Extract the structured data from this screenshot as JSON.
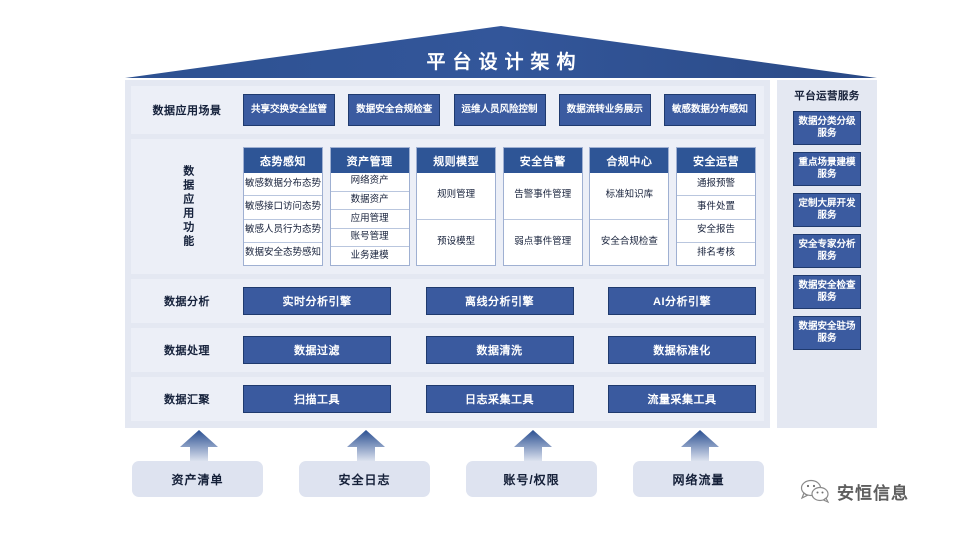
{
  "diagram": {
    "title": "平台设计架构",
    "rows": [
      {
        "label": "数据应用场景",
        "boxes": [
          "共享交换安全监管",
          "数据安全合规检查",
          "运维人员风险控制",
          "数据流转业务展示",
          "敏感数据分布感知"
        ]
      }
    ],
    "function_row": {
      "label": "数据应用功能",
      "columns": [
        {
          "head": "态势感知",
          "items": [
            "敏感数据分布态势",
            "敏感接口访问态势",
            "敏感人员行为态势",
            "数据安全态势感知"
          ]
        },
        {
          "head": "资产管理",
          "items": [
            "网络资产",
            "数据资产",
            "应用管理",
            "账号管理",
            "业务建模"
          ]
        },
        {
          "head": "规则模型",
          "items": [
            "规则管理",
            "预设模型"
          ]
        },
        {
          "head": "安全告警",
          "items": [
            "告警事件管理",
            "弱点事件管理"
          ]
        },
        {
          "head": "合规中心",
          "items": [
            "标准知识库",
            "安全合规检查"
          ]
        },
        {
          "head": "安全运营",
          "items": [
            "通报预警",
            "事件处置",
            "安全报告",
            "排名考核"
          ]
        }
      ]
    },
    "analysis_row": {
      "label": "数据分析",
      "boxes": [
        "实时分析引擎",
        "离线分析引擎",
        "AI分析引擎"
      ]
    },
    "processing_row": {
      "label": "数据处理",
      "boxes": [
        "数据过滤",
        "数据清洗",
        "数据标准化"
      ]
    },
    "collection_row": {
      "label": "数据汇聚",
      "boxes": [
        "扫描工具",
        "日志采集工具",
        "流量采集工具"
      ]
    },
    "sidebar": {
      "title": "平台运营服务",
      "items": [
        "数据分类分级服务",
        "重点场景建模服务",
        "定制大屏开发服务",
        "安全专家分析服务",
        "数据安全检查服务",
        "数据安全驻场服务"
      ]
    },
    "sources": [
      "资产清单",
      "安全日志",
      "账号/权限",
      "网络流量"
    ],
    "watermark": {
      "text": "安恒信息",
      "icon": "wechat-logo-icon"
    },
    "colors": {
      "roof_blue": "#2f5596",
      "box_blue": "#3b5ba0",
      "box_border": "#1f3a6e",
      "panel_bg": "#e4e8f2",
      "band_bg": "#eceff7",
      "text_dark": "#14203a",
      "source_bg": "#dee3f0"
    }
  }
}
